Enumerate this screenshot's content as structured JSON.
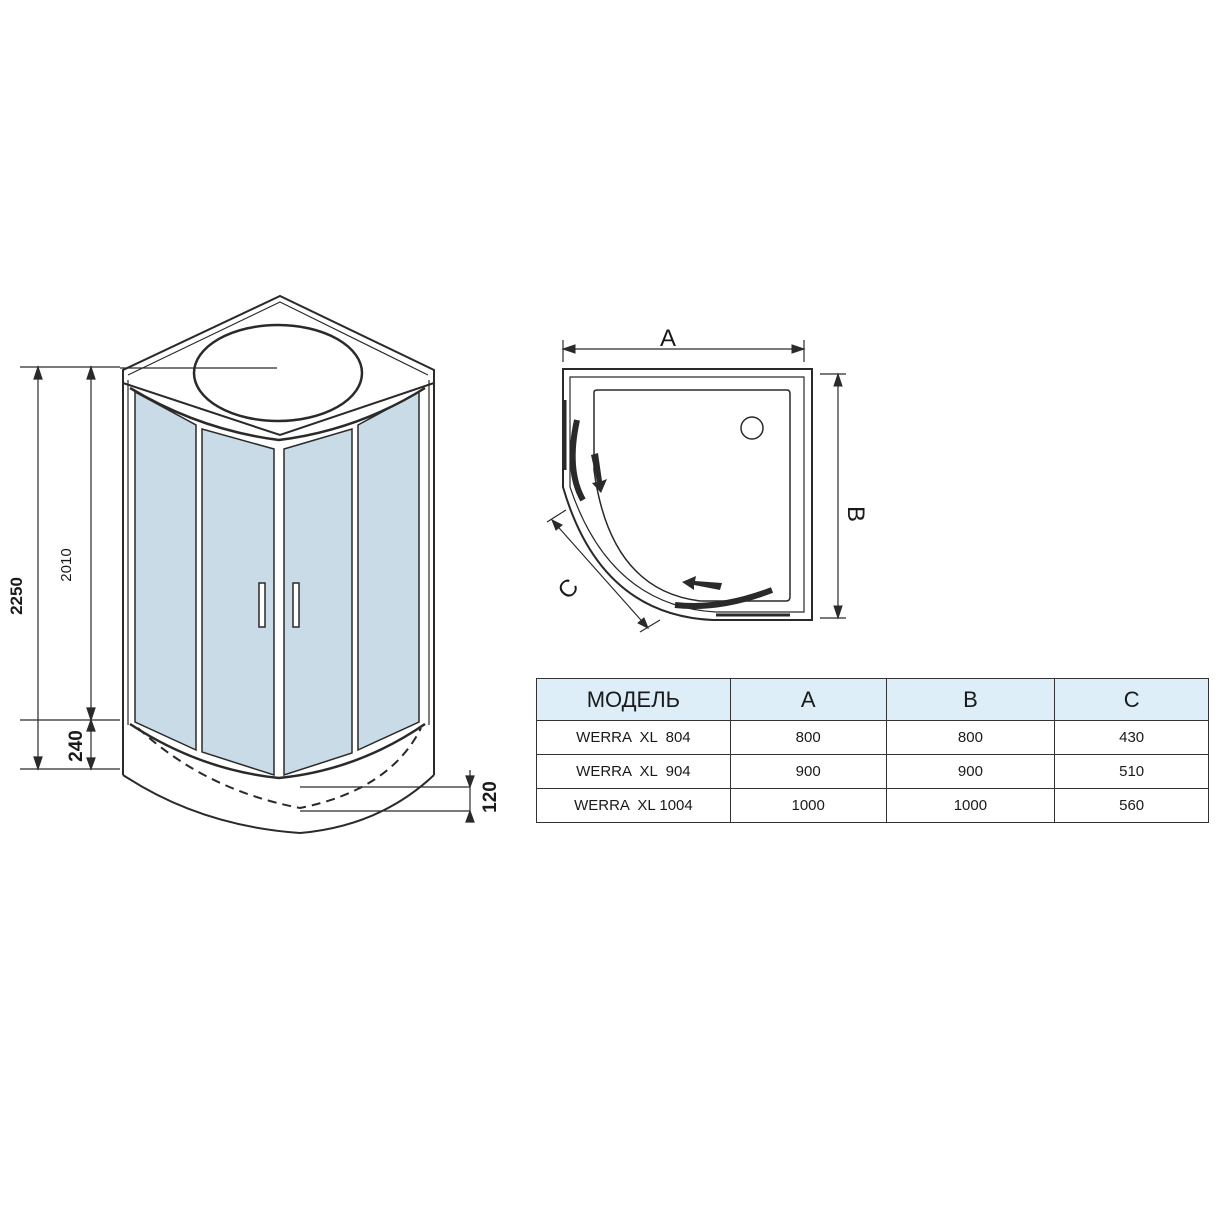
{
  "cabin_dimensions": {
    "total_height": "2250",
    "cabin_height": "2010",
    "tray_height": "240",
    "tray_depth": "120"
  },
  "plan_labels": {
    "a": "A",
    "b": "B",
    "c": "C"
  },
  "spec_table": {
    "headers": [
      "МОДЕЛЬ",
      "A",
      "B",
      "C"
    ],
    "rows": [
      [
        "WERRA  XL  804",
        "800",
        "800",
        "430"
      ],
      [
        "WERRA  XL  904",
        "900",
        "900",
        "510"
      ],
      [
        "WERRA  XL 1004",
        "1000",
        "1000",
        "560"
      ]
    ]
  },
  "colors": {
    "glass": "#c9dbe6",
    "line": "#2a2a2a",
    "header_bg": "#ddeef8"
  }
}
